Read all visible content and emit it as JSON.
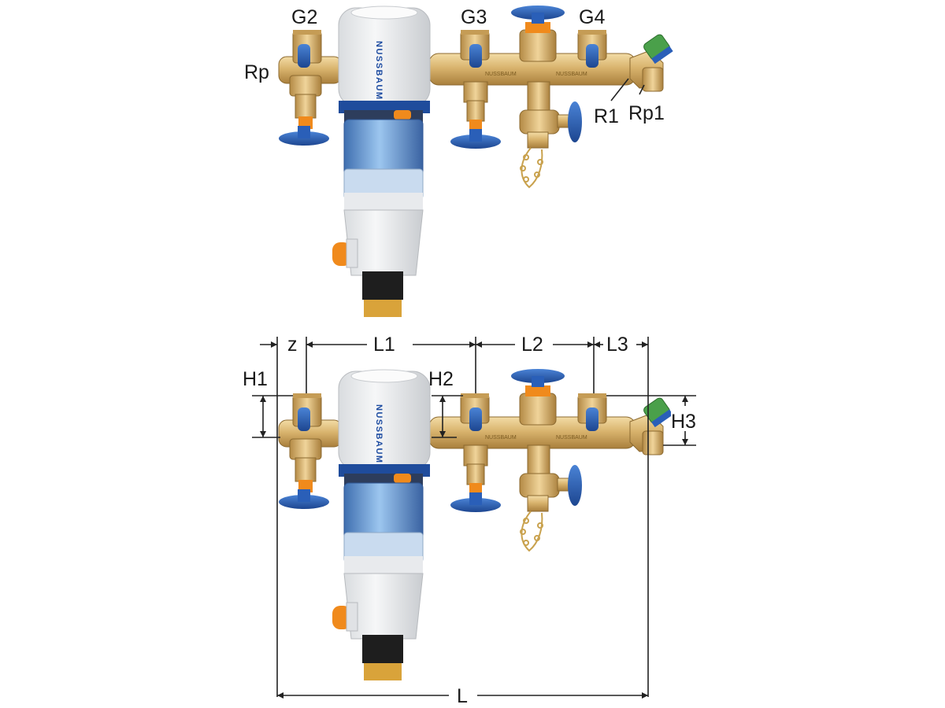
{
  "top_view": {
    "labels": {
      "g2": "G2",
      "g3": "G3",
      "g4": "G4",
      "rp": "Rp",
      "r1": "R1",
      "rp1": "Rp1"
    },
    "brand": "NUSSBAUM"
  },
  "bottom_view": {
    "dimensions": {
      "z": "z",
      "l1": "L1",
      "l2": "L2",
      "l3": "L3",
      "h1": "H1",
      "h2": "H2",
      "h3": "H3",
      "l": "L"
    },
    "brand": "NUSSBAUM"
  },
  "colors": {
    "brass": "#d9b46e",
    "brass_dark": "#a97f3c",
    "handle_blue": "#2a5fb8",
    "filter_cap": "#eceeef",
    "bowl_blue": "#6a9fd6",
    "accent_orange": "#f08a1c",
    "valve_green": "#4aa04a"
  },
  "icons": [
    "valve-handle-icon",
    "filter-housing-icon",
    "chain-icon",
    "backflow-valve-icon"
  ]
}
